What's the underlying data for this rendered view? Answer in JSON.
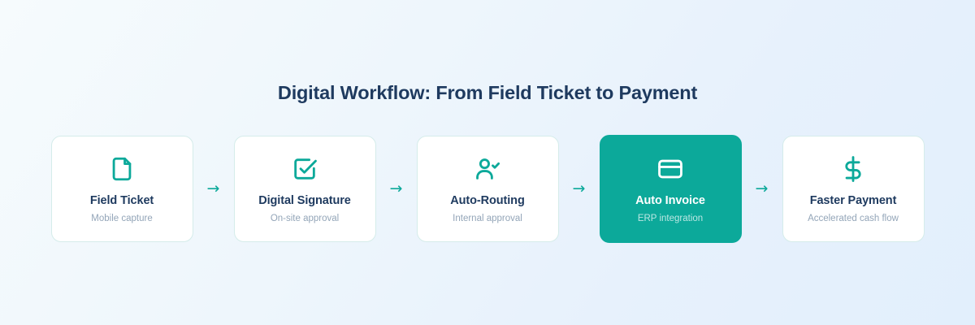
{
  "page": {
    "title": "Digital Workflow: From Field Ticket to Payment",
    "arrow_glyph": "→",
    "colors": {
      "accent_teal": "#0ca99a",
      "title_navy": "#1e3a5f",
      "subtitle_gray": "#93a5b8",
      "card_border": "#d5ecea",
      "card_background": "#ffffff",
      "background_start": "#f6fbfd",
      "background_end": "#e2effc"
    }
  },
  "steps": [
    {
      "title": "Field Ticket",
      "subtitle": "Mobile capture",
      "icon": "file-document-icon",
      "highlighted": false
    },
    {
      "title": "Digital Signature",
      "subtitle": "On-site approval",
      "icon": "check-square-icon",
      "highlighted": false
    },
    {
      "title": "Auto-Routing",
      "subtitle": "Internal approval",
      "icon": "user-check-icon",
      "highlighted": false
    },
    {
      "title": "Auto Invoice",
      "subtitle": "ERP integration",
      "icon": "credit-card-icon",
      "highlighted": true
    },
    {
      "title": "Faster Payment",
      "subtitle": "Accelerated cash flow",
      "icon": "dollar-sign-icon",
      "highlighted": false
    }
  ]
}
